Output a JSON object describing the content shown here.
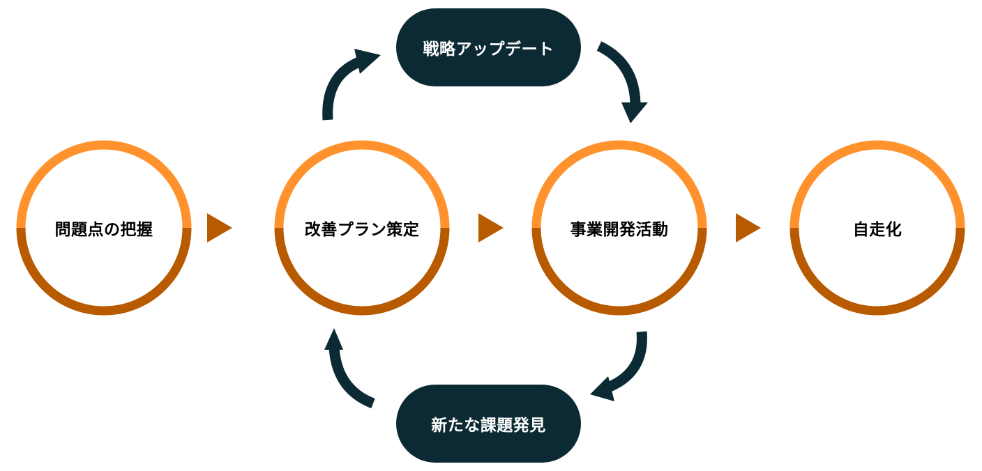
{
  "colors": {
    "ring_top": "#FF922D",
    "ring_bottom": "#B85A00",
    "triangle": "#B85A00",
    "pill_bg": "#0B2A33",
    "arrow": "#0B2A33",
    "text_dark": "#000000",
    "text_light": "#FFFFFF"
  },
  "steps": [
    {
      "label": "問題点の把握"
    },
    {
      "label": "改善プラン策定"
    },
    {
      "label": "事業開発活動"
    },
    {
      "label": "自走化"
    }
  ],
  "loop": {
    "top_label": "戦略アップデート",
    "bottom_label": "新たな課題発見"
  },
  "icons": {
    "flow_arrow": "triangle-right-icon",
    "cycle_arrow": "curved-arrow-icon"
  }
}
